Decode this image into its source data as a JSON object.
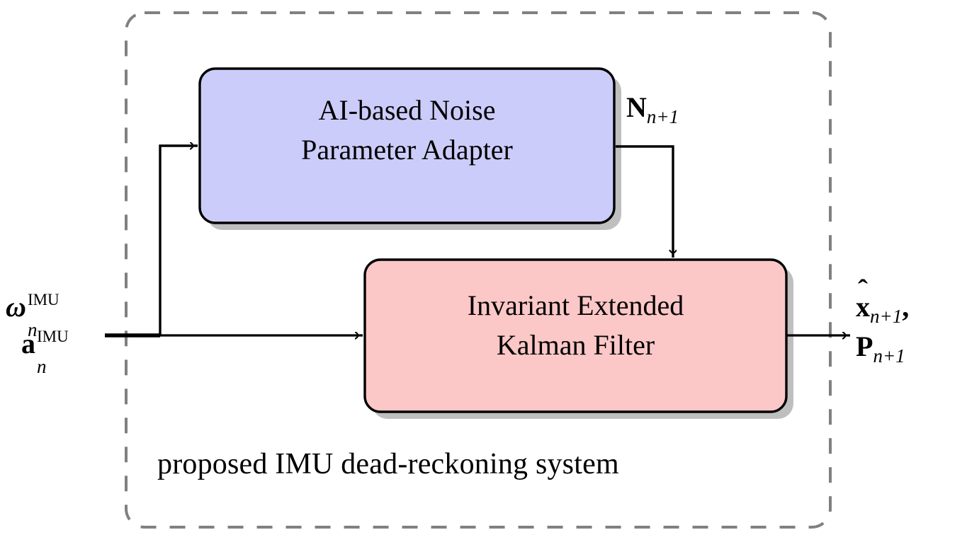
{
  "diagram": {
    "title": "proposed IMU dead-reckoning system",
    "type": "block-diagram",
    "background_color": "#ffffff"
  },
  "container": {
    "name": "proposed-system-boundary",
    "caption": "proposed IMU dead-reckoning system",
    "border_style": "dashed",
    "border_color": "#808080"
  },
  "blocks": [
    {
      "id": "ai-noise-adapter",
      "line1": "AI-based Noise",
      "line2": "Parameter Adapter",
      "fill_color": "#ccccfa",
      "stroke_color": "#000000",
      "shadow_color": "#bfbfbf"
    },
    {
      "id": "invariant-ekf",
      "line1": "Invariant Extended",
      "line2": "Kalman Filter",
      "fill_color": "#fbc7c7",
      "stroke_color": "#000000",
      "shadow_color": "#bfbfbf"
    }
  ],
  "signals": {
    "input": {
      "name": "imu-measurements",
      "gyro_symbol": "ω",
      "gyro_superscript": "IMU",
      "gyro_subscript": "n",
      "accel_symbol": "a",
      "accel_superscript": "IMU",
      "accel_subscript": "n"
    },
    "noise": {
      "name": "adapted-noise-parameters",
      "symbol": "N",
      "subscript": "n+1"
    },
    "output": {
      "name": "state-and-covariance-estimate",
      "state_symbol": "x",
      "state_subscript": "n+1",
      "state_trailing": ",",
      "cov_symbol": "P",
      "cov_subscript": "n+1"
    }
  },
  "arrows": [
    {
      "name": "imu-to-ekf-arrow",
      "from": "imu-input",
      "to": "invariant-ekf"
    },
    {
      "name": "imu-to-adapter-arrow",
      "from": "imu-input",
      "to": "ai-noise-adapter"
    },
    {
      "name": "noise-to-ekf-arrow",
      "from": "ai-noise-adapter",
      "to": "invariant-ekf"
    },
    {
      "name": "ekf-to-output-arrow",
      "from": "invariant-ekf",
      "to": "state-output"
    }
  ]
}
